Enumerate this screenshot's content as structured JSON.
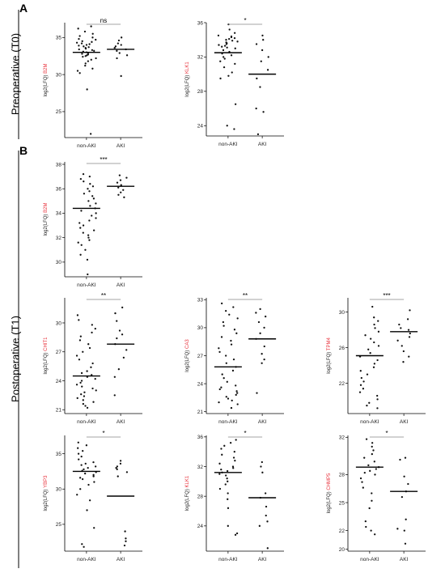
{
  "panels": {
    "a": "A",
    "b": "B"
  },
  "rows": {
    "preoperative": "Preoperative (T0)",
    "postoperative": "Postoperative (T1)"
  },
  "colors": {
    "gene": "#e8323c",
    "dots": "#111111",
    "bracket": "#888888"
  },
  "chart_data": [
    {
      "type": "scatter",
      "panel": "A",
      "ylabel_prefix": "log2(LFQ)",
      "gene": "B2M",
      "categories": [
        "non-AKI",
        "AKI"
      ],
      "ylim": [
        21.5,
        37
      ],
      "yticks": [
        25,
        30,
        35
      ],
      "medians": [
        33.0,
        33.4
      ],
      "significance": "ns",
      "series": [
        {
          "name": "non-AKI",
          "values": [
            36.5,
            36.2,
            35.8,
            35.5,
            35.2,
            35.0,
            34.8,
            34.7,
            34.5,
            34.4,
            34.3,
            34.2,
            34.1,
            34.0,
            33.9,
            33.8,
            33.7,
            33.6,
            33.5,
            33.4,
            33.3,
            33.2,
            33.1,
            33.0,
            32.9,
            32.8,
            32.7,
            32.6,
            32.5,
            32.4,
            32.2,
            32.0,
            31.8,
            31.5,
            31.2,
            30.8,
            30.5,
            30.2,
            28.0,
            22.0
          ]
        },
        {
          "name": "AKI",
          "values": [
            35.0,
            34.6,
            34.2,
            34.0,
            33.8,
            33.6,
            33.4,
            33.2,
            32.9,
            32.6,
            32.2,
            29.8
          ]
        }
      ]
    },
    {
      "type": "scatter",
      "panel": "A",
      "ylabel_prefix": "log2(LFQ)",
      "gene": "KLK1",
      "categories": [
        "non-AKI",
        "AKI"
      ],
      "ylim": [
        22.8,
        36
      ],
      "yticks": [
        24,
        28,
        32,
        36
      ],
      "medians": [
        32.5,
        30.0
      ],
      "significance": "*",
      "series": [
        {
          "name": "non-AKI",
          "values": [
            35.8,
            35.2,
            34.8,
            34.5,
            34.4,
            34.3,
            34.2,
            34.1,
            34.0,
            33.9,
            33.8,
            33.7,
            33.6,
            33.5,
            33.4,
            33.3,
            33.2,
            33.1,
            33.0,
            32.8,
            32.6,
            32.4,
            32.2,
            32.0,
            31.8,
            31.5,
            31.2,
            30.8,
            30.2,
            29.8,
            29.5,
            26.5,
            24.0,
            23.6
          ]
        },
        {
          "name": "AKI",
          "values": [
            34.5,
            34.0,
            33.5,
            32.8,
            32.0,
            31.5,
            30.5,
            29.5,
            28.5,
            26.0,
            25.6,
            23.0
          ]
        }
      ]
    },
    {
      "type": "scatter",
      "panel": "B",
      "ylabel_prefix": "log2(LFQ)",
      "gene": "B2M",
      "categories": [
        "non-AKI",
        "AKI"
      ],
      "ylim": [
        28.8,
        38.2
      ],
      "yticks": [
        30,
        32,
        34,
        36,
        38
      ],
      "medians": [
        34.4,
        36.2
      ],
      "significance": "***",
      "series": [
        {
          "name": "non-AKI",
          "values": [
            37.2,
            37.0,
            36.8,
            36.6,
            36.4,
            36.2,
            36.0,
            35.8,
            35.6,
            35.4,
            35.2,
            35.0,
            34.8,
            34.6,
            34.4,
            34.2,
            34.0,
            33.8,
            33.6,
            33.4,
            33.2,
            33.0,
            32.8,
            32.6,
            32.4,
            32.2,
            32.0,
            31.8,
            31.6,
            31.4,
            31.0,
            30.6,
            30.2,
            29.0
          ]
        },
        {
          "name": "AKI",
          "values": [
            37.1,
            36.9,
            36.7,
            36.5,
            36.3,
            36.1,
            35.9,
            35.7,
            35.5,
            35.3
          ]
        }
      ]
    },
    {
      "type": "scatter",
      "panel": "B",
      "ylabel_prefix": "log2(LFQ)",
      "gene": "CHIT1",
      "categories": [
        "non-AKI",
        "AKI"
      ],
      "ylim": [
        20.6,
        32.6
      ],
      "yticks": [
        21,
        24,
        27,
        30
      ],
      "medians": [
        24.5,
        27.8
      ],
      "significance": "**",
      "series": [
        {
          "name": "non-AKI",
          "values": [
            30.8,
            30.3,
            29.8,
            29.4,
            29.0,
            28.6,
            28.2,
            27.8,
            27.4,
            27.0,
            26.6,
            26.2,
            25.8,
            25.4,
            25.0,
            24.8,
            24.6,
            24.4,
            24.2,
            24.0,
            23.8,
            23.6,
            23.4,
            23.2,
            23.0,
            22.8,
            22.6,
            22.4,
            22.2,
            22.0,
            21.8,
            21.6,
            21.4,
            21.2
          ]
        },
        {
          "name": "AKI",
          "values": [
            31.6,
            31.0,
            30.2,
            29.2,
            28.8,
            28.4,
            27.8,
            27.2,
            26.4,
            25.2,
            24.4,
            22.5
          ]
        }
      ]
    },
    {
      "type": "scatter",
      "panel": "B",
      "ylabel_prefix": "log2(LFQ)",
      "gene": "CA3",
      "categories": [
        "non-AKI",
        "AKI"
      ],
      "ylim": [
        20.8,
        33.2
      ],
      "yticks": [
        21,
        24,
        27,
        30,
        33
      ],
      "medians": [
        25.8,
        28.8
      ],
      "significance": "**",
      "series": [
        {
          "name": "non-AKI",
          "values": [
            32.6,
            32.2,
            31.8,
            31.4,
            31.0,
            30.6,
            30.2,
            29.8,
            29.4,
            29.0,
            28.6,
            28.2,
            27.8,
            27.4,
            27.0,
            26.6,
            26.2,
            25.8,
            25.4,
            25.0,
            24.6,
            24.2,
            23.8,
            23.6,
            23.4,
            23.2,
            23.0,
            22.8,
            22.6,
            22.4,
            22.2,
            22.0,
            21.8,
            21.4
          ]
        },
        {
          "name": "AKI",
          "values": [
            32.0,
            31.6,
            31.2,
            30.6,
            30.0,
            29.4,
            28.8,
            28.0,
            27.2,
            26.6,
            26.2,
            23.0
          ]
        }
      ]
    },
    {
      "type": "scatter",
      "panel": "B",
      "ylabel_prefix": "log2(LFQ)",
      "gene": "TPM4",
      "categories": [
        "non-AKI",
        "AKI"
      ],
      "ylim": [
        18.6,
        31.6
      ],
      "yticks": [
        22,
        26,
        30
      ],
      "medians": [
        25.1,
        27.8
      ],
      "significance": "***",
      "series": [
        {
          "name": "non-AKI",
          "values": [
            30.6,
            29.4,
            29.0,
            28.6,
            28.2,
            27.8,
            27.4,
            27.0,
            26.6,
            26.2,
            25.8,
            25.4,
            25.0,
            24.6,
            24.2,
            23.8,
            23.4,
            23.0,
            22.6,
            22.2,
            21.8,
            21.4,
            21.0,
            20.6,
            20.2,
            19.8,
            19.5,
            19.2
          ]
        },
        {
          "name": "AKI",
          "values": [
            30.2,
            29.2,
            28.6,
            28.2,
            28.0,
            27.6,
            27.2,
            26.8,
            26.2,
            25.6,
            25.0,
            24.4
          ]
        }
      ]
    },
    {
      "type": "scatter",
      "panel": "B",
      "ylabel_prefix": "log2(LFQ)",
      "gene": "YBP3",
      "categories": [
        "non-AKI",
        "AKI"
      ],
      "ylim": [
        21.2,
        37.6
      ],
      "yticks": [
        25,
        30,
        35
      ],
      "medians": [
        32.5,
        29.0
      ],
      "significance": "*",
      "series": [
        {
          "name": "non-AKI",
          "values": [
            36.6,
            36.2,
            35.8,
            35.4,
            35.0,
            34.6,
            34.2,
            33.8,
            33.6,
            33.4,
            33.2,
            33.0,
            32.8,
            32.6,
            32.4,
            32.2,
            32.0,
            31.8,
            31.6,
            31.4,
            31.0,
            30.6,
            30.0,
            29.2,
            28.4,
            27.0,
            24.5,
            22.2,
            21.8
          ]
        },
        {
          "name": "AKI",
          "values": [
            34.0,
            33.6,
            33.2,
            33.0,
            32.8,
            32.4,
            31.8,
            24.0,
            23.0,
            22.6,
            22.0
          ]
        }
      ]
    },
    {
      "type": "scatter",
      "panel": "B",
      "ylabel_prefix": "log2(LFQ)",
      "gene": "KLK1",
      "categories": [
        "non-AKI",
        "AKI"
      ],
      "ylim": [
        20.6,
        36.2
      ],
      "yticks": [
        24,
        28,
        32,
        36
      ],
      "medians": [
        31.2,
        27.8
      ],
      "significance": "*",
      "series": [
        {
          "name": "non-AKI",
          "values": [
            35.6,
            35.2,
            34.8,
            34.4,
            34.0,
            33.6,
            33.2,
            32.8,
            32.4,
            32.0,
            31.8,
            31.6,
            31.4,
            31.2,
            31.0,
            30.8,
            30.4,
            30.0,
            29.6,
            29.0,
            28.4,
            27.6,
            26.4,
            24.0,
            23.0,
            22.8
          ]
        },
        {
          "name": "AKI",
          "values": [
            32.6,
            32.0,
            31.2,
            28.4,
            27.8,
            26.6,
            25.4,
            24.6,
            24.0,
            21.0
          ]
        }
      ]
    },
    {
      "type": "scatter",
      "panel": "B",
      "ylabel_prefix": "log2(LFQ)",
      "gene": "CHMP5",
      "categories": [
        "non-AKI",
        "AKI"
      ],
      "ylim": [
        19.8,
        32.2
      ],
      "yticks": [
        20,
        22,
        25,
        28,
        32
      ],
      "medians": [
        28.8,
        26.2
      ],
      "significance": "*",
      "series": [
        {
          "name": "non-AKI",
          "values": [
            31.8,
            31.4,
            31.0,
            30.6,
            30.2,
            29.8,
            29.4,
            29.0,
            28.8,
            28.6,
            28.4,
            28.2,
            28.0,
            27.6,
            27.2,
            26.6,
            26.0,
            25.2,
            24.4,
            23.0,
            22.4,
            22.0,
            21.6
          ]
        },
        {
          "name": "AKI",
          "values": [
            29.8,
            29.6,
            27.8,
            27.0,
            26.2,
            25.6,
            23.2,
            22.2,
            22.0,
            20.6
          ]
        }
      ]
    }
  ]
}
